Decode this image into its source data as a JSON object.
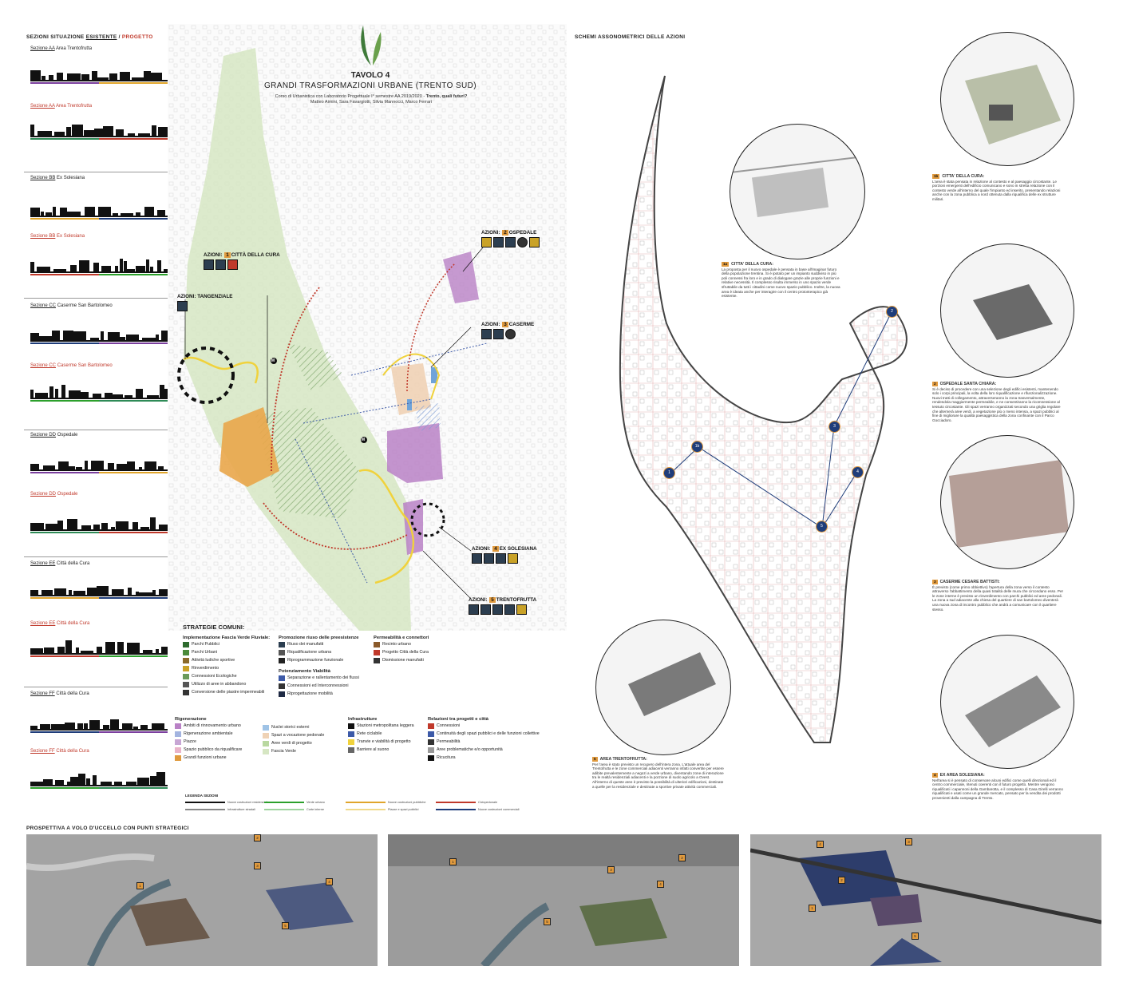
{
  "sections": {
    "header_prefix": "SEZIONI SITUAZIONE ",
    "header_existing": "ESISTENTE",
    "header_sep": " / ",
    "header_project": "PROGETTO",
    "items": [
      {
        "code": "Sezione AA",
        "name": "Area Trentofrutta"
      },
      {
        "code": "Sezione AA",
        "name": "Area Trentofrutta"
      },
      {
        "code": "Sezione BB",
        "name": "Ex Solesiana"
      },
      {
        "code": "Sezione BB",
        "name": "Ex Solesiana"
      },
      {
        "code": "Sezione CC",
        "name": "Caserme San Bartolomeo"
      },
      {
        "code": "Sezione CC",
        "name": "Caserme San Bartolomeo"
      },
      {
        "code": "Sezione DD",
        "name": "Ospedale"
      },
      {
        "code": "Sezione DD",
        "name": "Ospedale"
      },
      {
        "code": "Sezione EE",
        "name": "Città della Cura"
      },
      {
        "code": "Sezione EE",
        "name": "Città della Cura"
      },
      {
        "code": "Sezione FF",
        "name": "Città della Cura"
      },
      {
        "code": "Sezione FF",
        "name": "Città della Cura"
      }
    ]
  },
  "title": {
    "board": "TAVOLO 4",
    "subtitle": "GRANDI TRASFORMAZIONI URBANE (TRENTO SUD)",
    "course_prefix": "Corso di Urbanistica con Laboratorio Progettuale I° semestre AA 2019/2020 - ",
    "course_theme": "Trento, quali futuri?",
    "authors": "Matteo Aimini, Sara Favargiotti, Silvia Mannocci, Marco Ferrari"
  },
  "actions": {
    "prefix": "AZIONI:",
    "tangenziale": "TANGENZIALE",
    "citta": {
      "num": "1",
      "name": "CITTÀ DELLA CURA"
    },
    "ospedale": {
      "num": "2",
      "name": "OSPEDALE"
    },
    "caserme": {
      "num": "3",
      "name": "CASERME"
    },
    "solesiana": {
      "num": "4",
      "name": "EX SOLESIANA"
    },
    "trentofrutta": {
      "num": "5",
      "name": "TRENTOFRUTTA"
    }
  },
  "strategies": {
    "title": "STRATEGIE COMUNI:",
    "col1_title": "Implementazione Fascia Verde Fluviale:",
    "col1": [
      "Parchi Pubblici",
      "Parchi Urbani",
      "Attività ludiche sportive",
      "Rinverdimento",
      "Connessioni Ecologiche",
      "Utilizzo di aree in abbandono",
      "Conversione delle piastre impermeabili"
    ],
    "col2_title": "Promozione riuso delle preesistenze",
    "col2": [
      "Riuso dei manufatti",
      "Riqualificazione urbana",
      "Riprogrammazione funzionale"
    ],
    "col2b_title": "Potenziamento Viabilità",
    "col2b": [
      "Separazione e rallentamento dei flussi",
      "Connessioni ed Interconnessioni",
      "Riprogettazione mobilità"
    ],
    "col3_title": "Permeabilità e connettori",
    "col3": [
      "Recinto urbano",
      "Progetto Città della Cura",
      "Dismissione manufatti"
    ]
  },
  "legend": {
    "rig_title": "Rigenerazione",
    "rig": [
      "Ambiti di rinnovamento urbano",
      "Rigenerazione ambientale",
      "Piazze",
      "Spazio pubblico da riqualificare",
      "Grandi funzioni urbane"
    ],
    "mid": [
      "Nuclei storici esterni",
      "Spazi a vocazione pedonale",
      "Aree verdi di progetto",
      "Fascia Verde"
    ],
    "inf_title": "Infrastrutture",
    "inf": [
      "Stazioni metropolitana leggera",
      "Rete ciclabile",
      "Tranvie e viabilità di progetto",
      "Barriere al suono"
    ],
    "rel_title": "Relazioni tra progetti e città",
    "rel": [
      "Connessioni",
      "Continuità degli spazi pubblici e delle funzioni collettive",
      "Permeabilità",
      "Aree problematiche e/o opportunità",
      "Ricucitura"
    ]
  },
  "legend_sections": {
    "title": "LEGENDA SEZIONI",
    "items": [
      "Nuove costruzioni residenziali",
      "Infrastrutture stradali",
      "Verde urbano",
      "Corte interne",
      "Nuove costruzioni pubbliche",
      "Piazze e spazi pubblici",
      "Ciclopedonale",
      "Nuove costruzioni commerciali"
    ]
  },
  "axo": {
    "header": "SCHEMI ASSONOMETRICI DELLE AZIONI",
    "markers": [
      "1",
      "2",
      "3",
      "4",
      "5",
      "1b"
    ],
    "descriptions": [
      {
        "num": "1a",
        "title": "CITTA' DELLA CURA:",
        "text": "La proposta per il nuovo ospedale è pensata in base all'imaginar futuro della popolazione trentina. Si è ipotato per un impianto suddiviso in più poli connessi fra loro e in grado di dialogare grazie alle proprie funzioni e relative necessità. Il complesso risulta immerso in uno spazio verde sfruttabile da tutti i cittadini come nuovo spazio pubblico. Inoltre, la nuova area è ideata anche per interagire con il centro protonterapico già esistente."
      },
      {
        "num": "1b",
        "title": "CITTA' DELLA CURA:",
        "text": "L'area è stata pensata in relazione al contesto e al paesaggio circostante. Le porzioni emergenti dell'edificio comunicano e sono in stretta relazione con il contesto verde all'interno del quale l'impianto ed inserito, presentando relazioni anche con la zona pubblica a nord ottenuta dalla riqualifica delle ex strutture militari."
      },
      {
        "num": "2",
        "title": "OSPEDALE SANTA CHIARA:",
        "text": "Si è deciso di procedere con una selezione degli edifici esistenti, mantenendo solo i corpi principali, la volta della loro riqualificazione e rifunzionalizzazione. Nuovi tratti di collegamento, attraverseranno la zona trasversalmente, rendendola maggiormente permeabile, e ne consentiranno la ricomnessione al tessuto circostante. Gli spazi verranno organizzati secondo una griglia regolare che alternerà aree verdi, a vegetazione più o meno intensa, a spazi pubblici al fine di migliorare la qualità paesaggistica della zona confinante con il Parco Gocciadoro."
      },
      {
        "num": "3",
        "title": "CASERME CESARE BATTISTI:",
        "text": "È previsto (come primo obbiettivo) l'apertura della zona verso il contesto attraverso l'abbattimento della quasi totalità delle mura che circondano esso. Per le zone interne è previsto un rinverdimento con parchi pubblici ed aree pedonali. La zona a sud adiacente alla chiesa del quartiere di san bartolomeo diventerà una nuova zona di incontro pubblico che andrà a comunicare con il quartiere stesso."
      },
      {
        "num": "5",
        "title": "AREA TRENTOFRUTTA:",
        "text": "Per l'area è stato previsto un recupero dell'intera zona. L'attuale area del Trentofrutta e le zone commerciali adiacenti verranno infatti convertite per essere adibite prevalentemente a negozi a verde urbano, diventando zone di interazione tra le realtà residenziali adiacenti e la porzione di suolo agricolo a Ovest. All'interno di queste aree è previsto la possibilità di ulteriori edificazioni, destinate a quelle per la residenziale e destinate a sportive private attività commerciali."
      },
      {
        "num": "4",
        "title": "EX AREA SOLESIANA:",
        "text": "Nell'area si è pensato di conservare alcuni edifici come quelli direzionali ed il centro commerciale, ritenuti coerenti con il futuro progetto. Mentre vengono riqualificati i capannoni della Gambarotta, e il complesso di Casa Girelli verranno riqualificati e usati come un grande mercato, pensato per la vendita dei prodotti provenienti dalla campagna di Trento."
      }
    ]
  },
  "perspective": {
    "header": "PROSPETTIVA A VOLO D'UCCELLO CON PUNTI STRATEGICI",
    "markers_a": [
      "2",
      "3",
      "4",
      "1",
      "5"
    ],
    "markers_b": [
      "1",
      "2",
      "3",
      "4",
      "5"
    ],
    "markers_c": [
      "4",
      "3",
      "2",
      "1",
      "5"
    ]
  },
  "map_marker": "M",
  "colors": {
    "accent_red": "#c0392b",
    "orange": "#e09a3e",
    "green_band": "#d6e6c3",
    "purple": "#b981c6",
    "blue": "#1f3d7a"
  }
}
